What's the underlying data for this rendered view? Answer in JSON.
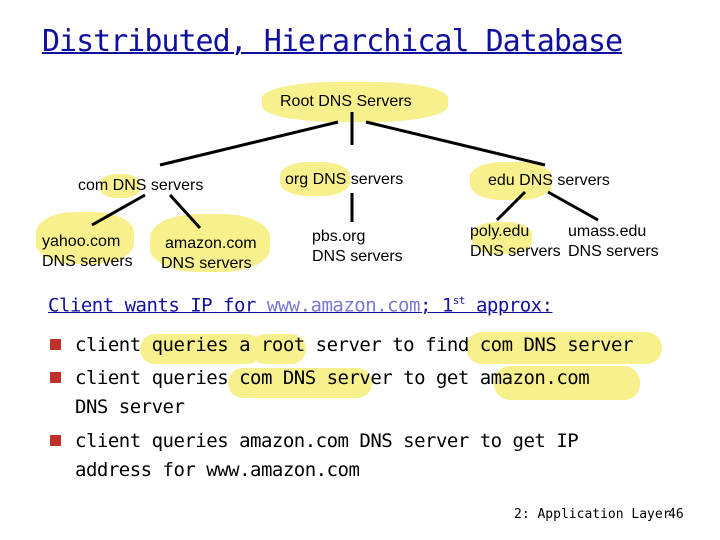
{
  "title": "Distributed, Hierarchical Database",
  "tree": {
    "root": "Root DNS Servers",
    "com": "com DNS servers",
    "org": "org DNS servers",
    "edu": "edu DNS servers",
    "yahoo_1": "yahoo.com",
    "yahoo_2": "DNS servers",
    "amazon_1": "amazon.com",
    "amazon_2": "DNS servers",
    "pbs_1": "pbs.org",
    "pbs_2": "DNS servers",
    "poly_1": "poly.edu",
    "poly_2": "DNS servers",
    "umass_1": "umass.edu",
    "umass_2": "DNS servers"
  },
  "text": {
    "heading_pre": "Client wants IP for ",
    "heading_url": "www.amazon.com",
    "heading_sep": "; 1",
    "heading_sup": "st",
    "heading_post": " approx:",
    "bullets": [
      [
        "client queries a root server to find com DNS server"
      ],
      [
        "client queries com DNS server to get amazon.com",
        "DNS server"
      ],
      [
        "client queries amazon.com DNS server to get  IP",
        "address for www.amazon.com"
      ]
    ]
  },
  "footer": {
    "label": "2: Application Layer",
    "page": "46"
  },
  "colors": {
    "title": "#1010a0",
    "highlight": "#f7f08c",
    "bullet": "#c0302a"
  }
}
